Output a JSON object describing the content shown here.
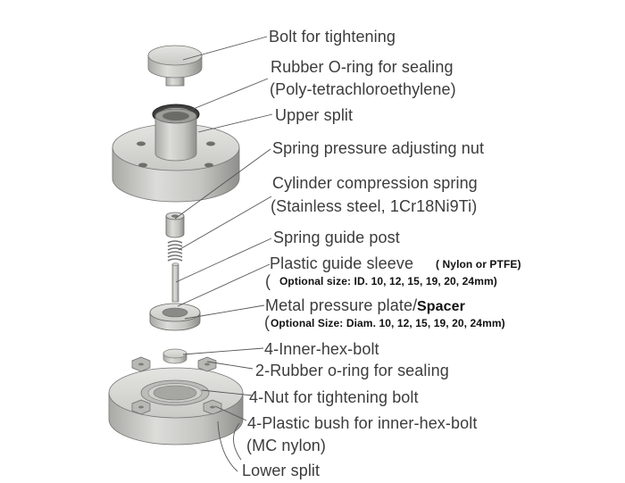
{
  "labels": {
    "bolt": "Bolt for tightening",
    "oring_line1": "Rubber O-ring for sealing",
    "oring_line2": "(Poly-tetrachloroethylene)",
    "upper_split": "Upper split",
    "adjusting_nut": "Spring pressure adjusting nut",
    "spring_line1": "Cylinder compression spring",
    "spring_line2": "(Stainless steel, 1Cr18Ni9Ti)",
    "guide_post": "Spring guide post",
    "guide_sleeve": "Plastic guide sleeve",
    "guide_sleeve_material": "( Nylon or PTFE)",
    "sleeve_paren": "(",
    "sleeve_optional": "Optional size: ID. 10, 12, 15, 19, 20, 24mm)",
    "pressure_plate": "Metal pressure plate/",
    "spacer": "Spacer",
    "plate_paren": "(",
    "plate_optional": "Optional Size: Diam. 10, 12, 15, 19, 20, 24mm)",
    "inner_hex_bolt": "4-Inner-hex-bolt",
    "rubber_oring_2": "2-Rubber o-ring for sealing",
    "nut_tightening": "4-Nut for tightening bolt",
    "bush_line1": "4-Plastic bush for inner-hex-bolt",
    "bush_line2": "(MC nylon)",
    "lower_split": "Lower split"
  },
  "colors": {
    "metal_light": "#d9d9d6",
    "metal_mid": "#b8b8b4",
    "metal_dark": "#8e8e8a",
    "leader_line": "#555555",
    "text": "#3c3c3c"
  }
}
